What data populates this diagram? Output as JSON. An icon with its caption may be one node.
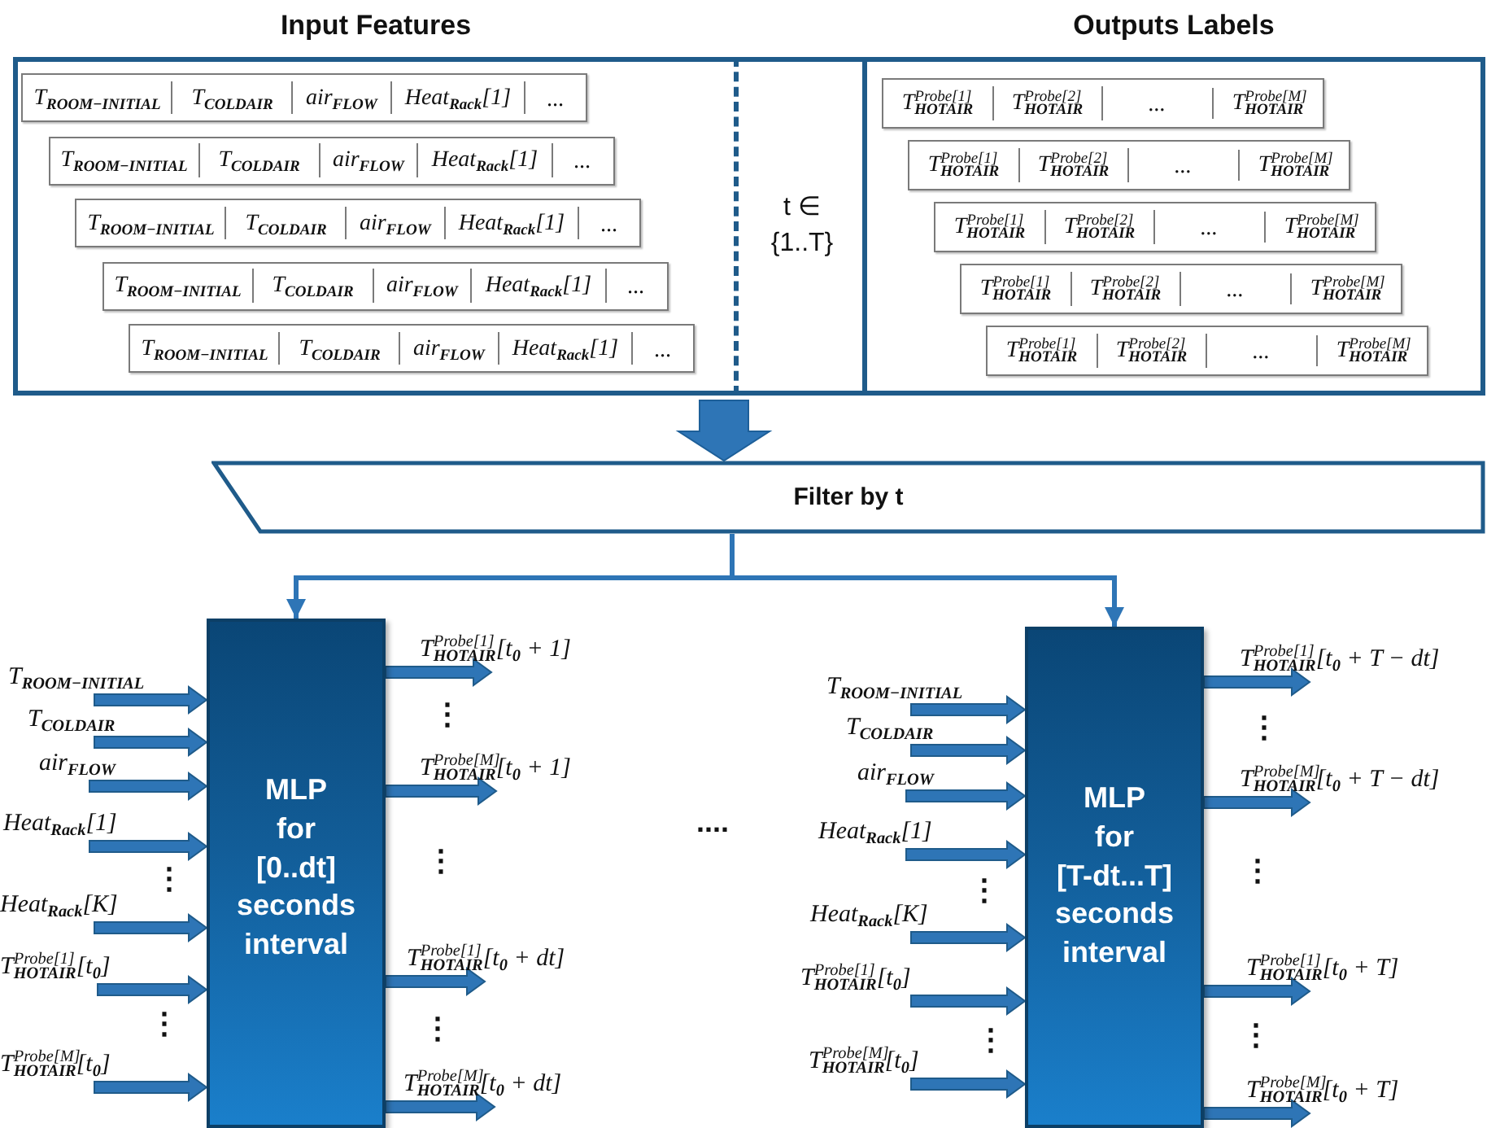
{
  "diagram": {
    "nodes": [
      {
        "text": [
          "Input Features"
        ]
      },
      {
        "text": [
          "T$_{ROOM−INITIAL}$",
          "T$_{COLDAIR}$",
          "air$_{FLOW}$",
          "Heat$_{Rack}$[1]",
          "..."
        ],
        "in": 0
      },
      {
        "text": [
          "T$_{ROOM−INITIAL}$",
          "T$_{COLDAIR}$",
          "air$_{FLOW}$",
          "Heat$_{Rack}$[1]",
          "..."
        ],
        "in": 0
      },
      {
        "text": [
          "T$_{ROOM−INITIAL}$",
          "T$_{COLDAIR}$",
          "air$_{FLOW}$",
          "Heat$_{Rack}$[1]",
          "..."
        ],
        "in": 0
      },
      {
        "text": [
          "T$_{ROOM−INITIAL}$",
          "T$_{COLDAIR}$",
          "air$_{FLOW}$",
          "Heat$_{Rack}$[1]",
          "..."
        ],
        "in": 0
      },
      {
        "text": [
          "T$_{ROOM−INITIAL}$",
          "T$_{COLDAIR}$",
          "air$_{FLOW}$",
          "Heat$_{Rack}$[1]",
          "..."
        ],
        "in": 0
      },
      {
        "text": [
          "t ∈ {1..T}"
        ]
      },
      {
        "text": [
          "Outputs Labels"
        ]
      },
      {
        "text": [
          "T$^{Probe[1]}$$_{HOTAIR}$",
          "T$^{Probe[2]}$$_{HOTAIR}$",
          "...",
          "T$^{Probe[M]}$$_{HOTAIR}$"
        ],
        "in": 7
      },
      {
        "text": [
          "T$^{Probe[1]}$$_{HOTAIR}$",
          "T$^{Probe[2]}$$_{HOTAIR}$",
          "...",
          "T$^{Probe[M]}$$_{HOTAIR}$"
        ],
        "in": 7
      },
      {
        "text": [
          "T$^{Probe[1]}$$_{HOTAIR}$",
          "T$^{Probe[2]}$$_{HOTAIR}$",
          "...",
          "T$^{Probe[M]}$$_{HOTAIR}$"
        ],
        "in": 7
      },
      {
        "text": [
          "T$^{Probe[1]}$$_{HOTAIR}$",
          "T$^{Probe[2]}$$_{HOTAIR}$",
          "...",
          "T$^{Probe[M]}$$_{HOTAIR}$"
        ],
        "in": 7
      },
      {
        "text": [
          "T$^{Probe[1]}$$_{HOTAIR}$",
          "T$^{Probe[2]}$$_{HOTAIR}$",
          "...",
          "T$^{Probe[M]}$$_{HOTAIR}$"
        ],
        "in": 7
      },
      {
        "text": [
          "Filter by t"
        ]
      },
      {
        "text": [
          "MLP for [0..dt] seconds interval"
        ]
      },
      {
        "text": [
          "T$_{ROOM−INITIAL}$"
        ]
      },
      {
        "text": [
          "T$_{COLDAIR}$"
        ]
      },
      {
        "text": [
          "air$_{FLOW}$"
        ]
      },
      {
        "text": [
          "Heat$_{Rack}$[1]"
        ]
      },
      {
        "text": [
          "Heat$_{Rack}$[K]"
        ]
      },
      {
        "text": [
          "T$^{Probe[1]}$$_{HOTAIR}$[t$_{0}$]"
        ]
      },
      {
        "text": [
          "T$^{Probe[M]}$$_{HOTAIR}$[t$_{0}$]"
        ]
      },
      {
        "text": [
          "T$^{Probe[1]}$$_{HOTAIR}$[t$_{0}$ + 1]"
        ]
      },
      {
        "text": [
          "T$^{Probe[M]}$$_{HOTAIR}$[t$_{0}$ + 1]"
        ]
      },
      {
        "text": [
          "T$^{Probe[1]}$$_{HOTAIR}$[t$_{0}$ + dt]"
        ]
      },
      {
        "text": [
          "T$^{Probe[M]}$$_{HOTAIR}$[t$_{0}$ + dt]"
        ]
      },
      {
        "text": [
          "MLP for [T-dt...T] seconds interval"
        ]
      },
      {
        "text": [
          "T$_{ROOM−INITIAL}$"
        ]
      },
      {
        "text": [
          "T$_{COLDAIR}$"
        ]
      },
      {
        "text": [
          "air$_{FLOW}$"
        ]
      },
      {
        "text": [
          "Heat$_{Rack}$[1]"
        ]
      },
      {
        "text": [
          "Heat$_{Rack}$[K]"
        ]
      },
      {
        "text": [
          "T$^{Probe[1]}$$_{HOTAIR}$[t$_{0}$]"
        ]
      },
      {
        "text": [
          "T$^{Probe[M]}$$_{HOTAIR}$[t$_{0}$]"
        ]
      },
      {
        "text": [
          "T$^{Probe[1]}$$_{HOTAIR}$[t$_{0}$ + T − dt]"
        ]
      },
      {
        "text": [
          "T$^{Probe[M]}$$_{HOTAIR}$[t$_{0}$ + T − dt]"
        ]
      },
      {
        "text": [
          "T$^{Probe[1]}$$_{HOTAIR}$[t$_{0}$ + T]"
        ]
      },
      {
        "text": [
          "T$^{Probe[M]}$$_{HOTAIR}$[t$_{0}$ + T]"
        ]
      }
    ],
    "edges": [
      {
        "from": null,
        "to": 13,
        "arrow": "to",
        "style": "thick"
      },
      {
        "from": 13,
        "to": 14,
        "arrow": "to"
      },
      {
        "from": 13,
        "to": 26,
        "arrow": "to"
      },
      {
        "from": 15,
        "to": 14,
        "arrow": "to",
        "style": "thick"
      },
      {
        "from": 16,
        "to": 14,
        "arrow": "to",
        "style": "thick"
      },
      {
        "from": 17,
        "to": 14,
        "arrow": "to",
        "style": "thick"
      },
      {
        "from": 18,
        "to": 14,
        "arrow": "to",
        "style": "thick"
      },
      {
        "from": 19,
        "to": 14,
        "arrow": "to",
        "style": "thick"
      },
      {
        "from": 20,
        "to": 14,
        "arrow": "to",
        "style": "thick"
      },
      {
        "from": 21,
        "to": 14,
        "arrow": "to",
        "style": "thick"
      },
      {
        "from": 14,
        "to": 22,
        "arrow": "to",
        "style": "thick"
      },
      {
        "from": 14,
        "to": 23,
        "arrow": "to",
        "style": "thick"
      },
      {
        "from": 14,
        "to": 24,
        "arrow": "to",
        "style": "thick"
      },
      {
        "from": 14,
        "to": 25,
        "arrow": "to",
        "style": "thick"
      },
      {
        "from": 27,
        "to": 26,
        "arrow": "to",
        "style": "thick"
      },
      {
        "from": 28,
        "to": 26,
        "arrow": "to",
        "style": "thick"
      },
      {
        "from": 29,
        "to": 26,
        "arrow": "to",
        "style": "thick"
      },
      {
        "from": 30,
        "to": 26,
        "arrow": "to",
        "style": "thick"
      },
      {
        "from": 31,
        "to": 26,
        "arrow": "to",
        "style": "thick"
      },
      {
        "from": 32,
        "to": 26,
        "arrow": "to",
        "style": "thick"
      },
      {
        "from": 33,
        "to": 26,
        "arrow": "to",
        "style": "thick"
      },
      {
        "from": 26,
        "to": 34,
        "arrow": "to",
        "style": "thick"
      },
      {
        "from": 26,
        "to": 35,
        "arrow": "to",
        "style": "thick"
      },
      {
        "from": 26,
        "to": 36,
        "arrow": "to",
        "style": "thick"
      },
      {
        "from": 26,
        "to": 37,
        "arrow": "to",
        "style": "thick"
      }
    ],
    "labels": [
      "⋮",
      "⋮",
      "⋮",
      "⋮",
      "⋮",
      "....",
      "⋮",
      "⋮",
      "⋮",
      "⋮",
      "⋮"
    ]
  }
}
